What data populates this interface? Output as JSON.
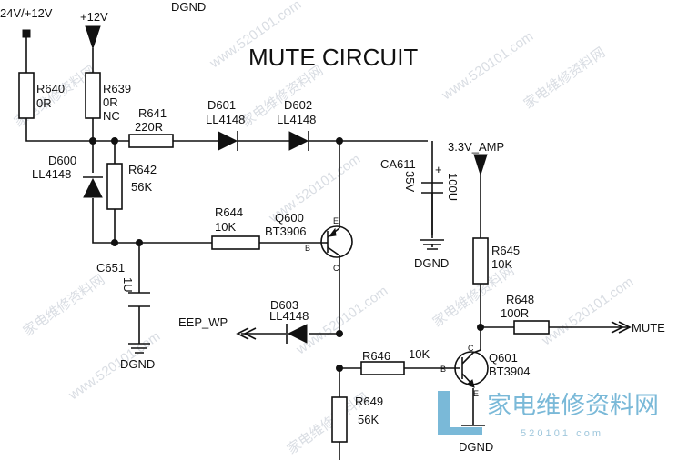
{
  "title": "MUTE CIRCUIT",
  "net_labels": {
    "supply_24v_12v": "24V/+12V",
    "supply_12v": "+12V",
    "dgnd_top": "DGND",
    "supply_3v3_amp": "3.3V_AMP",
    "eep_wp": "EEP_WP",
    "mute_out": "MUTE",
    "dgnd_c651": "DGND",
    "dgnd_ca611": "DGND",
    "dgnd_q601": "DGND"
  },
  "components": {
    "R640": {
      "ref": "R640",
      "value": "0R"
    },
    "R639": {
      "ref": "R639",
      "value": "0R",
      "note": "NC"
    },
    "R641": {
      "ref": "R641",
      "value": "220R"
    },
    "D601": {
      "ref": "D601",
      "value": "LL4148"
    },
    "D602": {
      "ref": "D602",
      "value": "LL4148"
    },
    "D600": {
      "ref": "D600",
      "value": "LL4148"
    },
    "R642": {
      "ref": "R642",
      "value": "56K"
    },
    "R644": {
      "ref": "R644",
      "value": "10K"
    },
    "Q600": {
      "ref": "Q600",
      "value": "BT3906",
      "pin_e": "E",
      "pin_b": "B",
      "pin_c": "C"
    },
    "C651": {
      "ref": "C651",
      "value": "1U"
    },
    "CA611": {
      "ref": "CA611",
      "voltage": "35V",
      "value": "100U"
    },
    "R645": {
      "ref": "R645",
      "value": "10K"
    },
    "R648": {
      "ref": "R648",
      "value": "100R"
    },
    "D603": {
      "ref": "D603",
      "value": "LL4148"
    },
    "R646": {
      "ref": "R646",
      "value": "10K"
    },
    "Q601": {
      "ref": "Q601",
      "value": "BT3904",
      "pin_c": "C",
      "pin_b": "B",
      "pin_e": "E"
    },
    "R649": {
      "ref": "R649",
      "value": "56K"
    }
  },
  "watermark": {
    "text_cn": "家电维修资料网",
    "url": "www.520101.com",
    "logo_text": "家电维修资料网",
    "logo_url": "5 2 0 1 0 1 . c o m"
  }
}
